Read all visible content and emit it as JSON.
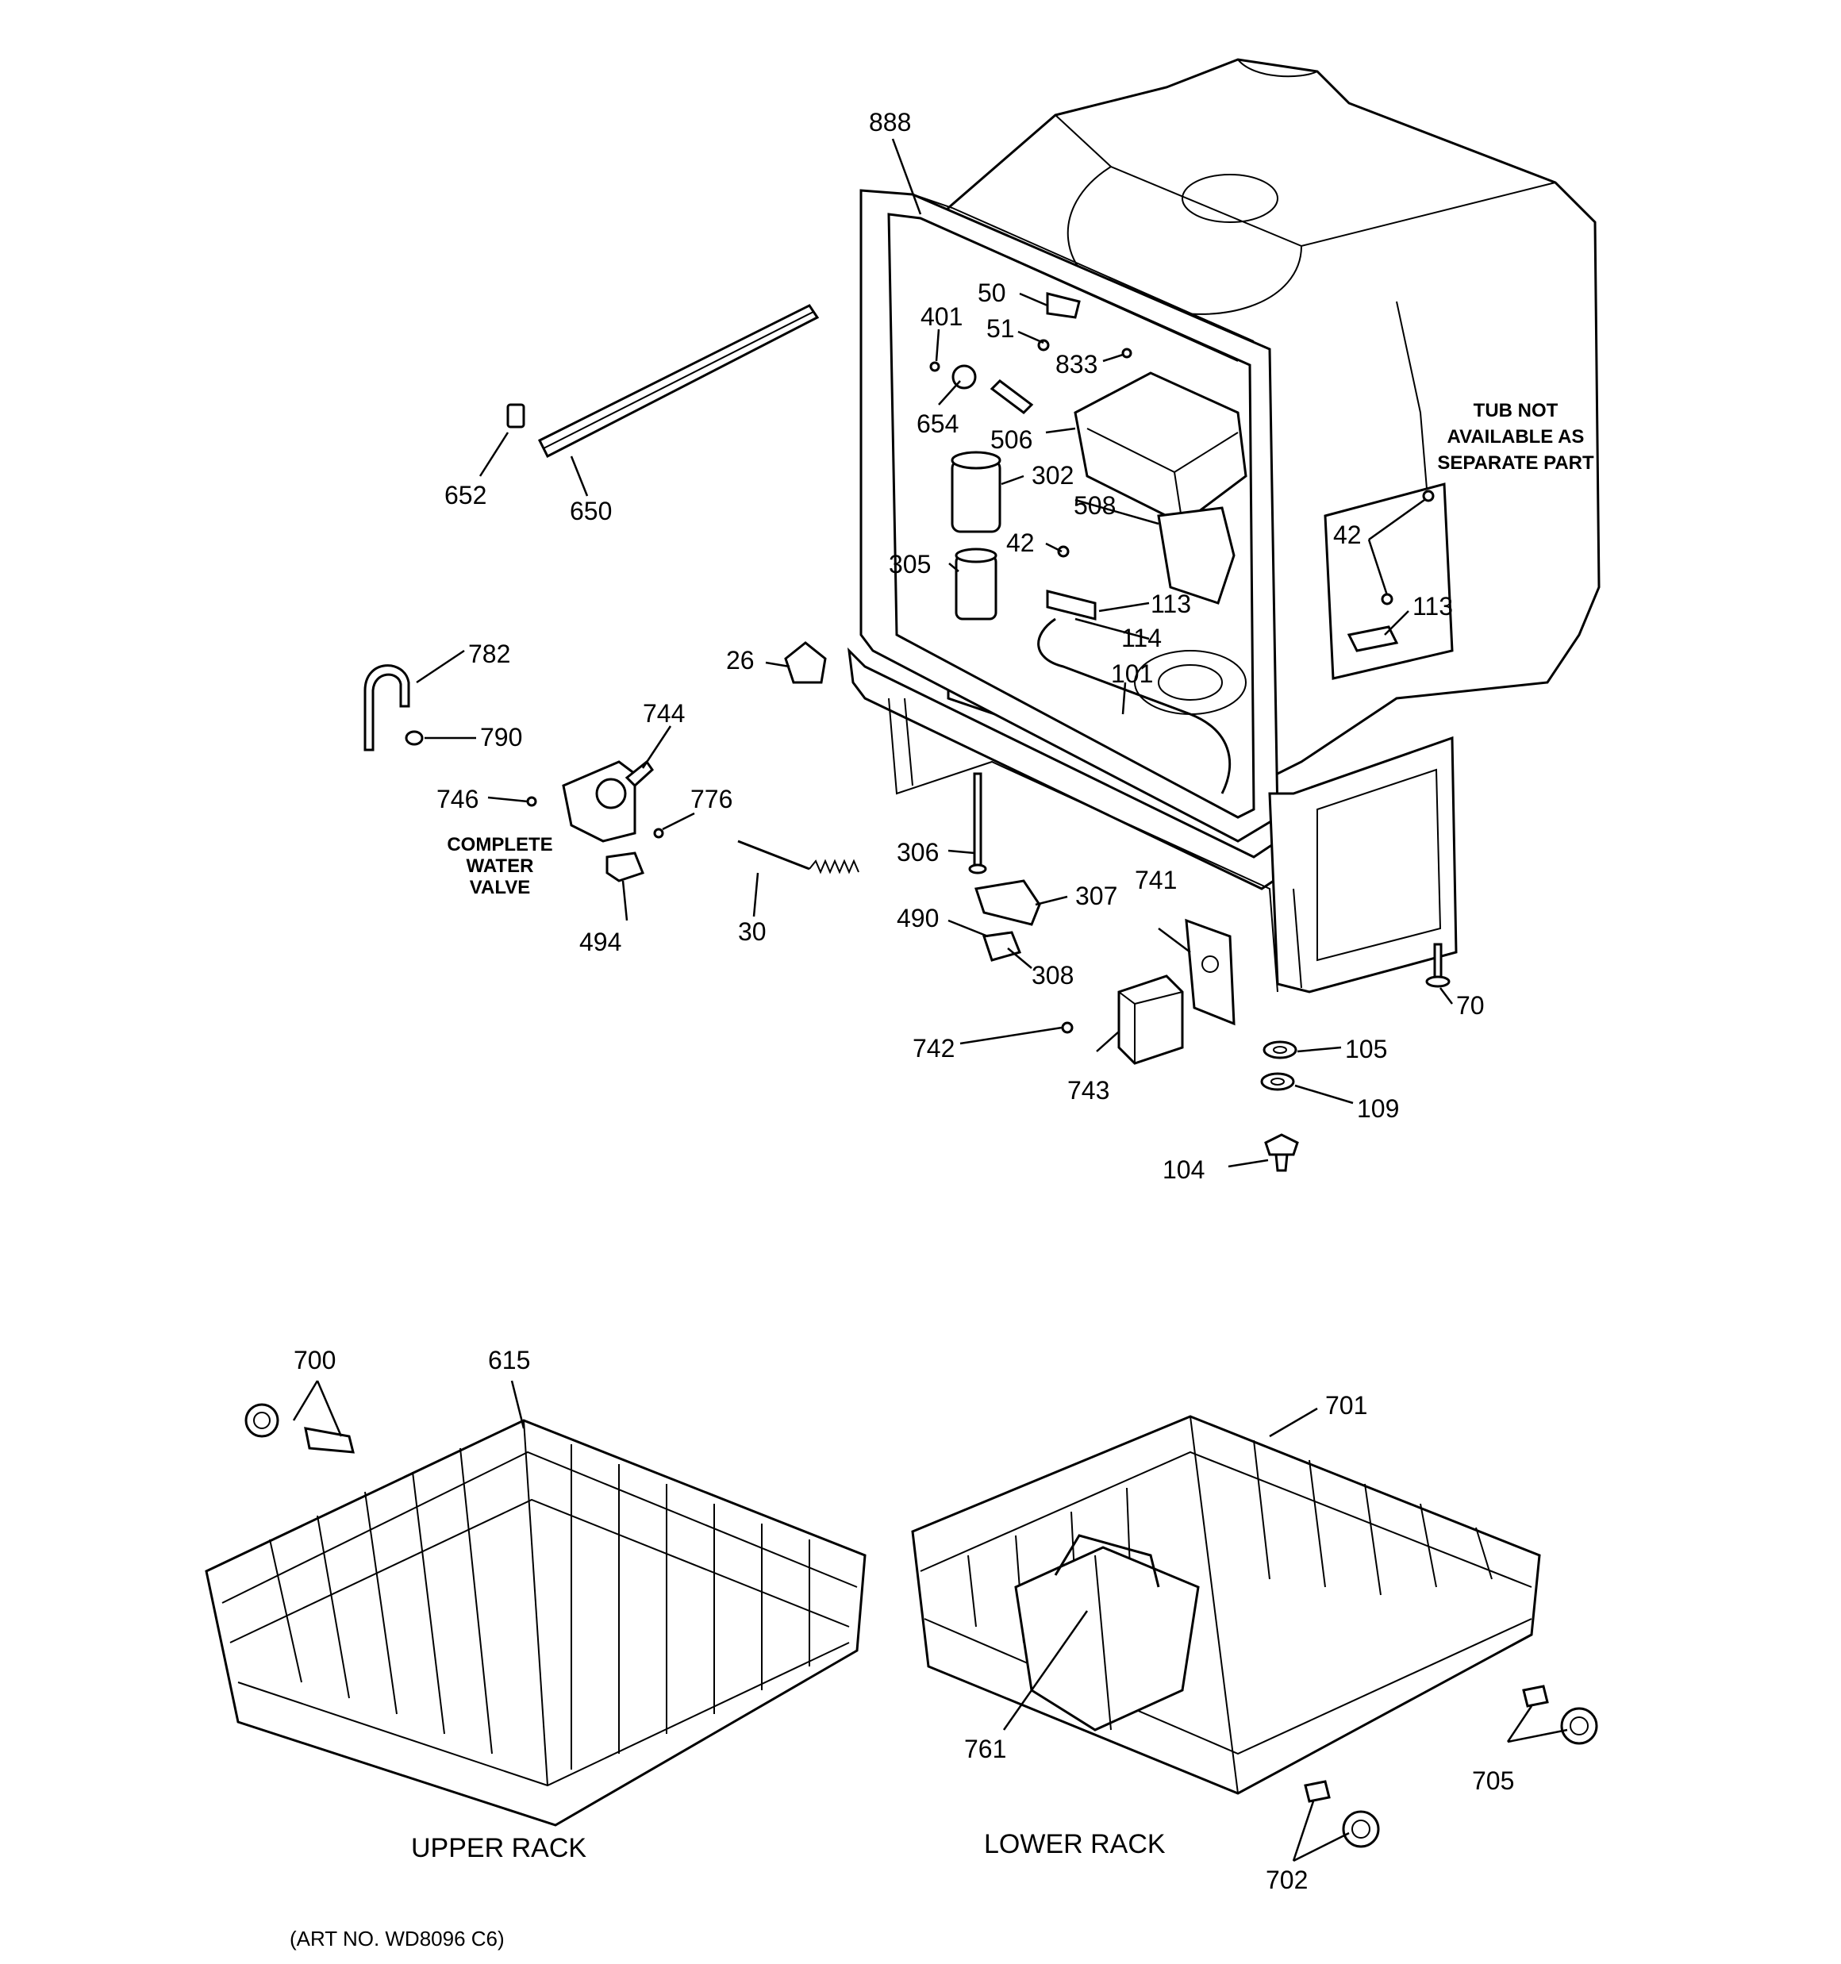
{
  "labels": {
    "p888": "888",
    "p50": "50",
    "p401": "401",
    "p51": "51",
    "p833": "833",
    "p654": "654",
    "p506": "506",
    "p302": "302",
    "p508": "508",
    "p42a": "42",
    "p305": "305",
    "p113a": "113",
    "p114": "114",
    "p101": "101",
    "p42b": "42",
    "p113b": "113",
    "p652": "652",
    "p650": "650",
    "p782": "782",
    "p790": "790",
    "p744": "744",
    "p746": "746",
    "p776": "776",
    "p26": "26",
    "p30": "30",
    "p494": "494",
    "p306": "306",
    "p307": "307",
    "p490": "490",
    "p308": "308",
    "p741": "741",
    "p742": "742",
    "p743": "743",
    "p70": "70",
    "p105": "105",
    "p109": "109",
    "p104": "104",
    "p700": "700",
    "p615": "615",
    "p701": "701",
    "p761": "761",
    "p705": "705",
    "p702": "702"
  },
  "notes": {
    "tub_line1": "TUB NOT",
    "tub_line2": "AVAILABLE AS",
    "tub_line3": "SEPARATE PART",
    "valve_line1": "COMPLETE",
    "valve_line2": "WATER",
    "valve_line3": "VALVE"
  },
  "captions": {
    "upper_rack": "UPPER RACK",
    "lower_rack": "LOWER RACK",
    "art_no": "(ART NO. WD8096 C6)"
  }
}
